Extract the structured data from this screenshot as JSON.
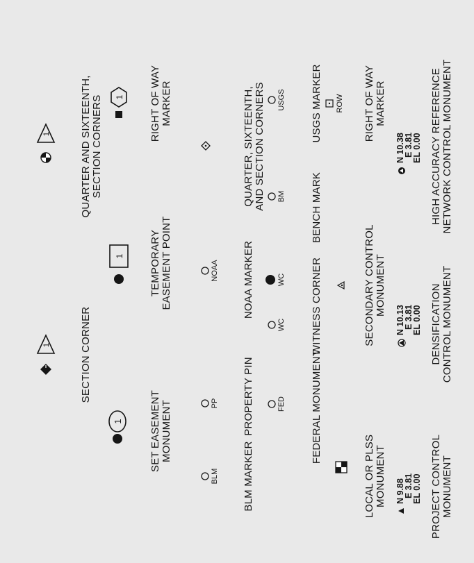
{
  "legend": {
    "row1": {
      "set_easement_monument": {
        "label1": "SET EASEMENT",
        "label2": "MONUMENT",
        "number": "1"
      },
      "section_corner": {
        "label": "SECTION CORNER",
        "number": "1"
      },
      "temporary_easement_point": {
        "label1": "TEMPORARY",
        "label2": "EASEMENT POINT",
        "number": "1"
      },
      "quarter_sixteenth_section_corners": {
        "label1": "QUARTER AND SIXTEENTH,",
        "label2": "SECTION CORNERS",
        "number": "1"
      },
      "right_of_way_marker": {
        "label1": "RIGHT OF WAY",
        "label2": "MARKER",
        "number": "1"
      }
    },
    "row2": {
      "blm_marker": {
        "label": "BLM MARKER",
        "tag": "BLM"
      },
      "property_pin": {
        "label": "PROPERTY PIN",
        "tag": "PP"
      },
      "noaa_marker": {
        "label": "NOAA MARKER",
        "tag": "NOAA"
      },
      "quarter_sixteenth_section_corners": {
        "label1": "QUARTER, SIXTEENTH,",
        "label2": "AND SECTION CORNERS"
      }
    },
    "row3": {
      "federal_monument": {
        "label": "FEDERAL MONUMENT",
        "tag": "FED"
      },
      "witness_corner": {
        "label": "WITNESS CORNER",
        "tag": "WC",
        "tag2": "WC"
      },
      "bench_mark": {
        "label": "BENCH MARK",
        "tag": "BM"
      },
      "usgs_marker": {
        "label": "USGS MARKER",
        "tag": "USGS"
      }
    },
    "row4": {
      "local_plss_monument": {
        "label1": "LOCAL OR PLSS",
        "label2": "MONUMENT"
      },
      "secondary_control_monument": {
        "label1": "SECONDARY CONTROL",
        "label2": "MONUMENT"
      },
      "right_of_way_marker": {
        "label1": "RIGHT OF WAY",
        "label2": "MARKER",
        "tag": "ROW"
      }
    },
    "row5": {
      "project_control_monument": {
        "label1": "PROJECT CONTROL",
        "label2": "MONUMENT",
        "n": "N  9.88",
        "e": "E  3.81",
        "el": "EL  0.00"
      },
      "densification_control_monument": {
        "label1": "DENSIFICATION",
        "label2": "CONTROL MONUMENT",
        "n": "N  10.13",
        "e": "E  3.81",
        "el": "EL  0.00"
      },
      "high_accuracy_reference_network": {
        "label1": "HIGH ACCURACY REFERENCE",
        "label2": "NETWORK CONTROL MONUMENT",
        "n": "N  10.38",
        "e": "E  3.81",
        "el": "EL  0.00"
      }
    }
  }
}
